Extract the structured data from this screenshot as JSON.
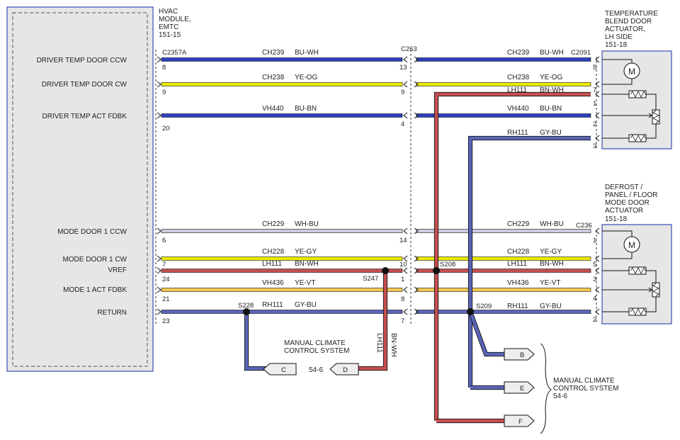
{
  "hvac_module": {
    "name_lines": [
      "HVAC",
      "MODULE,",
      "EMTC",
      "151-15"
    ],
    "connector": "C2357A",
    "signals": [
      {
        "label": "DRIVER TEMP DOOR CCW",
        "pin": "8"
      },
      {
        "label": "DRIVER TEMP DOOR CW",
        "pin": "9"
      },
      {
        "label": "DRIVER TEMP ACT FDBK",
        "pin": "20"
      },
      {
        "label": "MODE DOOR 1 CCW",
        "pin": "6"
      },
      {
        "label": "MODE DOOR 1 CW",
        "pin": "7"
      },
      {
        "label": "VREF",
        "pin": "24"
      },
      {
        "label": "MODE 1 ACT FDBK",
        "pin": "21"
      },
      {
        "label": "RETURN",
        "pin": "23"
      }
    ]
  },
  "inline_connector": {
    "name": "C263",
    "pins": [
      "13",
      "9",
      "4",
      "14",
      "10",
      "1",
      "8",
      "7"
    ]
  },
  "left_wires": [
    {
      "circuit": "CH239",
      "color": "BU-WH"
    },
    {
      "circuit": "CH238",
      "color": "YE-OG"
    },
    {
      "circuit": "VH440",
      "color": "BU-BN"
    },
    {
      "circuit": "CH229",
      "color": "WH-BU"
    },
    {
      "circuit": "CH228",
      "color": "YE-GY"
    },
    {
      "circuit": "LH111",
      "color": "BN-WH"
    },
    {
      "circuit": "VH436",
      "color": "YE-VT"
    },
    {
      "circuit": "RH111",
      "color": "GY-BU"
    }
  ],
  "right_wires": [
    {
      "circuit": "CH239",
      "color": "BU-WH"
    },
    {
      "circuit": "CH238",
      "color": "YE-OG"
    },
    {
      "circuit": "LH111",
      "color": "BN-WH"
    },
    {
      "circuit": "VH440",
      "color": "BU-BN"
    },
    {
      "circuit": "RH111",
      "color": "GY-BU"
    },
    {
      "circuit": "CH229",
      "color": "WH-BU"
    },
    {
      "circuit": "CH228",
      "color": "YE-GY"
    },
    {
      "circuit": "LH111",
      "color": "BN-WH"
    },
    {
      "circuit": "VH436",
      "color": "YE-VT"
    },
    {
      "circuit": "RH111",
      "color": "GY-BU"
    }
  ],
  "temp_actuator": {
    "name_lines": [
      "TEMPERATURE",
      "BLEND DOOR",
      "ACTUATOR,",
      "LH SIDE",
      "151-18"
    ],
    "connector": "C2091",
    "pins": [
      "5",
      "7",
      "1",
      "2",
      "3"
    ]
  },
  "mode_actuator": {
    "name_lines": [
      "DEFROST /",
      "PANEL / FLOOR",
      "MODE DOOR",
      "ACTUATOR",
      "151-18"
    ],
    "connector": "C236",
    "pins": [
      "1",
      "5",
      "3",
      "4",
      "2"
    ]
  },
  "splices": {
    "s228": "S228",
    "s247": "S247",
    "s208": "S208",
    "s209": "S209"
  },
  "vertical_wire": {
    "circuit": "LH111",
    "color": "BN-WH"
  },
  "destination_labels": {
    "b": "B",
    "c": "C",
    "d": "D",
    "e": "E",
    "f": "F"
  },
  "left_reference": {
    "lines": [
      "MANUAL CLIMATE",
      "CONTROL SYSTEM"
    ],
    "page": "54-6"
  },
  "right_reference": {
    "lines": [
      "MANUAL CLIMATE",
      "CONTROL SYSTEM",
      "54-6"
    ]
  },
  "colors": {
    "blue": "#2e3fbf",
    "yellow": "#eaea00",
    "brown": "#c55050",
    "gray_blue": "#5a64b8",
    "white_blue": "#c9cbe0",
    "module_border": "#3a4db5",
    "module_fill": "#e6e6e6"
  },
  "icons": [
    "motor-icon",
    "resistor-icon",
    "potentiometer-icon",
    "connector-arrow-icon",
    "splice-dot-icon",
    "tag-icon"
  ]
}
